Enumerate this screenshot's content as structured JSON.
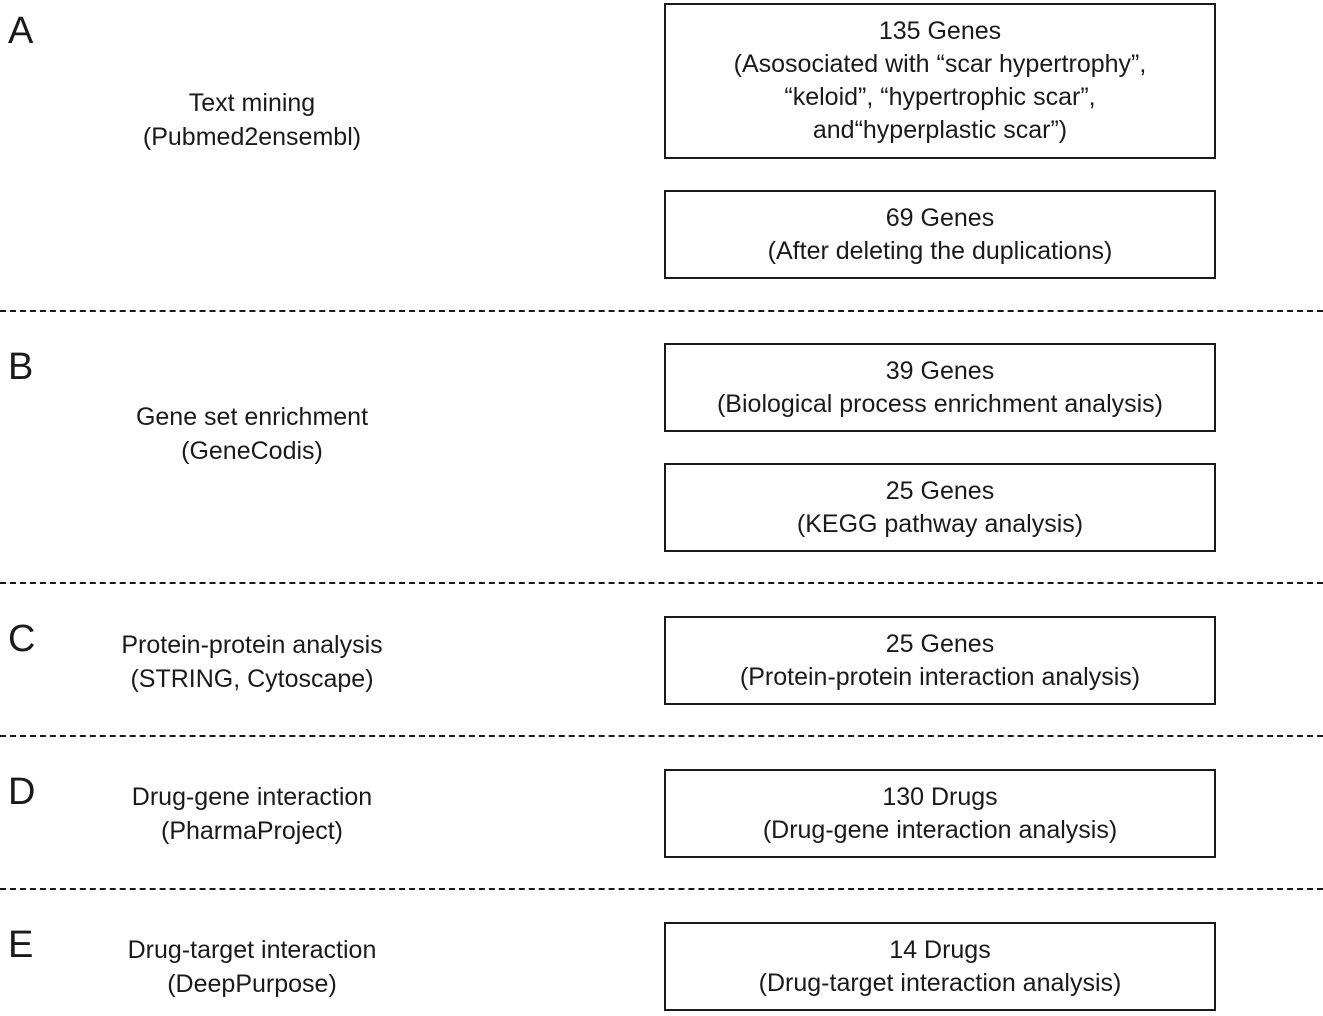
{
  "sections": [
    {
      "letter": "A",
      "method": {
        "line1": "Text mining",
        "line2": "(Pubmed2ensembl)"
      },
      "boxes": [
        {
          "lines": [
            "135 Genes",
            "(Asosociated with “scar hypertrophy”,",
            "“keloid”, “hypertrophic scar”,",
            "and“hyperplastic scar”)"
          ]
        },
        {
          "lines": [
            "69 Genes",
            "(After deleting the duplications)"
          ]
        }
      ]
    },
    {
      "letter": "B",
      "method": {
        "line1": "Gene set enrichment",
        "line2": "(GeneCodis)"
      },
      "boxes": [
        {
          "lines": [
            "39 Genes",
            "(Biological process enrichment analysis)"
          ]
        },
        {
          "lines": [
            "25 Genes",
            "(KEGG pathway analysis)"
          ]
        }
      ]
    },
    {
      "letter": "C",
      "method": {
        "line1": "Protein-protein analysis",
        "line2": "(STRING, Cytoscape)"
      },
      "boxes": [
        {
          "lines": [
            "25 Genes",
            "(Protein-protein interaction analysis)"
          ]
        }
      ]
    },
    {
      "letter": "D",
      "method": {
        "line1": "Drug-gene interaction",
        "line2": "(PharmaProject)"
      },
      "boxes": [
        {
          "lines": [
            "130 Drugs",
            "(Drug-gene interaction analysis)"
          ]
        }
      ]
    },
    {
      "letter": "E",
      "method": {
        "line1": "Drug-target interaction",
        "line2": "(DeepPurpose)"
      },
      "boxes": [
        {
          "lines": [
            "14 Drugs",
            "(Drug-target interaction analysis)"
          ]
        }
      ]
    }
  ]
}
